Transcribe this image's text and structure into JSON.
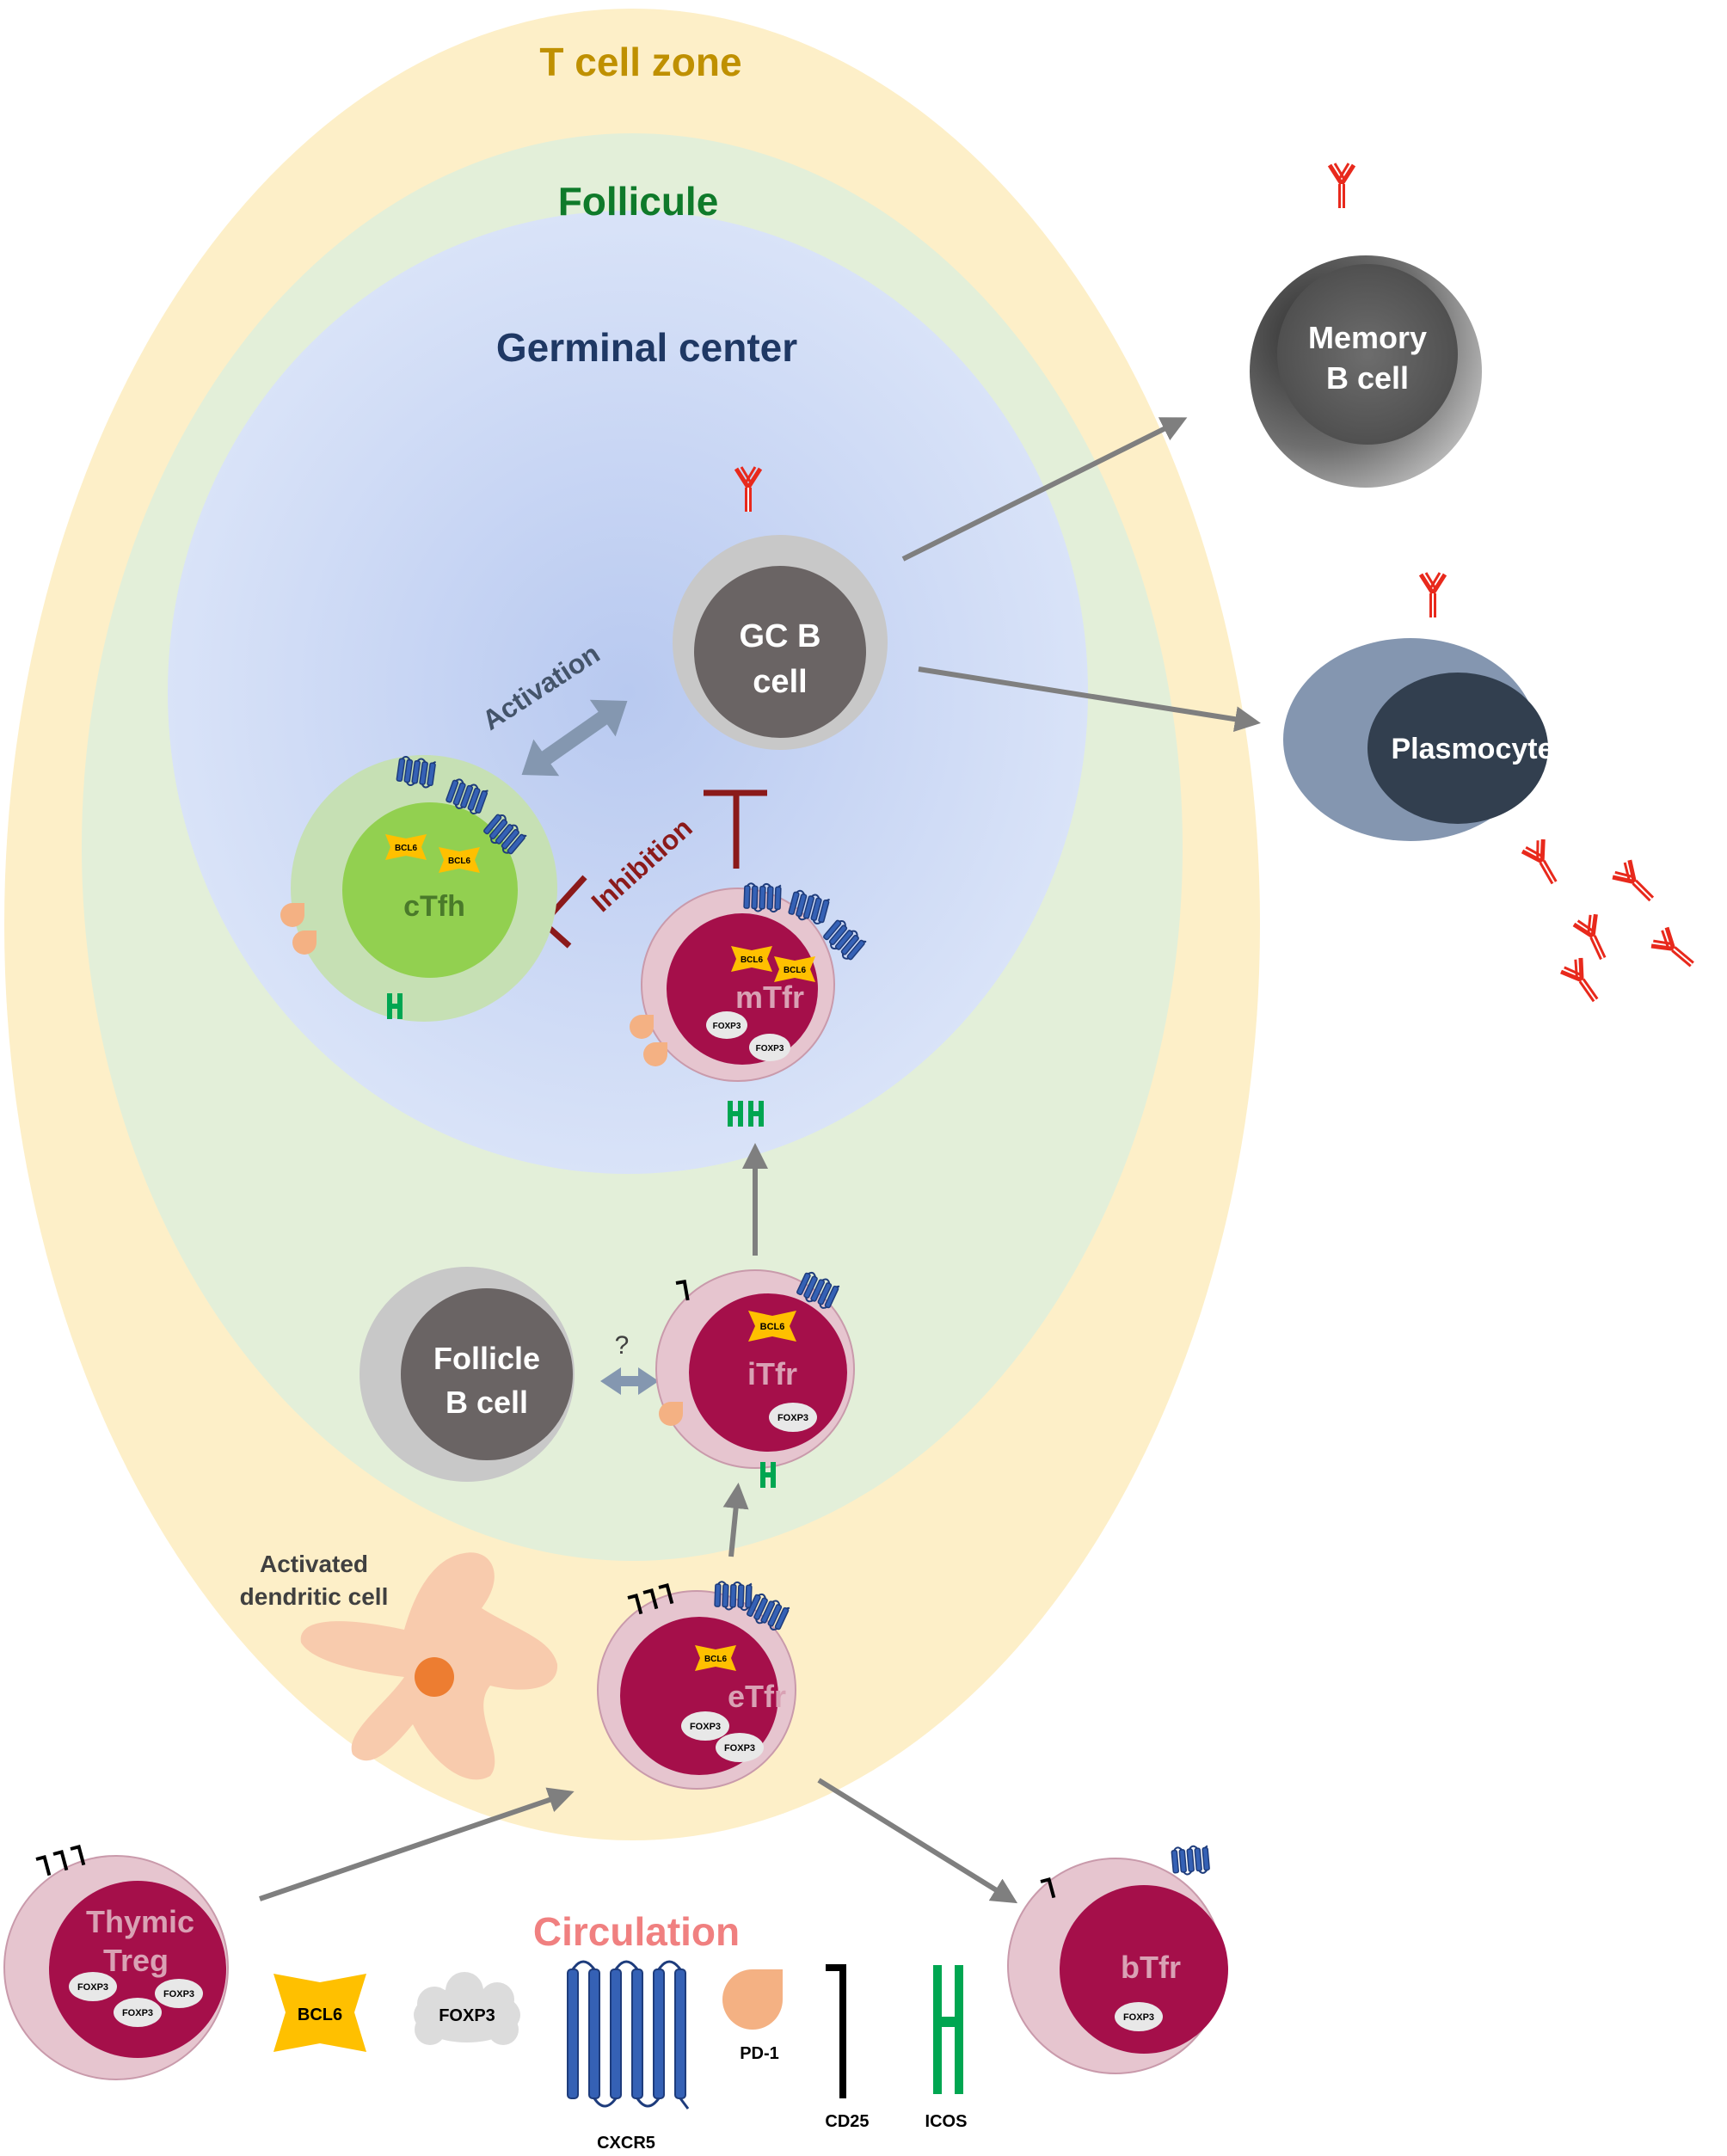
{
  "zones": {
    "t_cell_zone": "T cell zone",
    "follicule": "Follicule",
    "germinal_center": "Germinal center",
    "circulation": "Circulation"
  },
  "cells": {
    "memory_b": [
      "Memory",
      "B cell"
    ],
    "gc_b": [
      "GC B",
      "cell"
    ],
    "plasmocyte": "Plasmocyte",
    "ctfh": "cTfh",
    "mtfr": "mTfr",
    "follicle_b": [
      "Follicle",
      "B cell"
    ],
    "itfr": "iTfr",
    "etfr": "eTfr",
    "thymic_treg": [
      "Thymic",
      "Treg"
    ],
    "btfr": "bTfr",
    "dendritic": [
      "Activated",
      "dendritic cell"
    ]
  },
  "interactions": {
    "activation": "Activation",
    "inhibition": "Inhibition",
    "unknown": "?"
  },
  "markers": {
    "bcl6": "BCL6",
    "foxp3": "FOXP3"
  },
  "legend": {
    "bcl6": "BCL6",
    "foxp3": "FOXP3",
    "cxcr5": "CXCR5",
    "pd1": "PD-1",
    "cd25": "CD25",
    "icos": "ICOS"
  },
  "colors": {
    "t_cell_zone": "#fdefc8",
    "follicule": "#e3efd9",
    "germinal_center": "#ccdcf6",
    "t_cell_zone_title": "#bf9000",
    "follicule_title": "#0f7a2a",
    "germinal_center_title": "#1f3864",
    "circulation_title": "#f08080",
    "treg_outer": "#e6c5cf",
    "treg_inner": "#a50f4a",
    "b_outer": "#c8c8c8",
    "b_inner": "#6a6464",
    "plasma_outer": "#8496b0",
    "plasma_inner": "#323f4f",
    "ctfh_outer": "#c6e0b4",
    "ctfh_inner": "#92d050",
    "cxcr5": "#3561b5",
    "bcl6": "#ffc000",
    "pd1": "#f4b183",
    "icos": "#00a651",
    "antibody": "#e8291c",
    "arrow": "#7f7f7f",
    "inhibition": "#8b1a1a",
    "activation_arrow": "#8497b0",
    "dendritic": "#f8cbad",
    "dendritic_nucleus": "#ed7d31"
  }
}
